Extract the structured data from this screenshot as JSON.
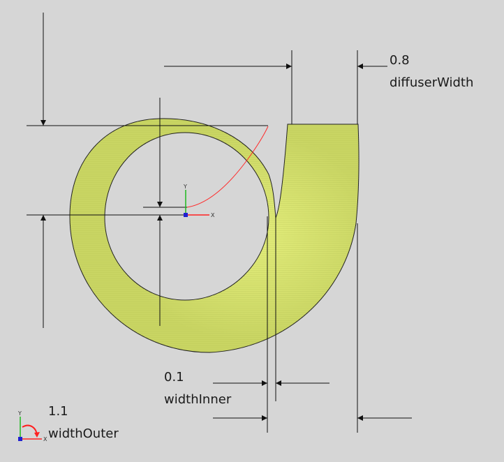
{
  "dimensions": {
    "diffuser_width": {
      "value": "0.8",
      "name": "diffuserWidth"
    },
    "width_inner": {
      "value": "0.1",
      "name": "widthInner"
    },
    "width_outer": {
      "value": "1.1",
      "name": "widthOuter"
    }
  },
  "axes": {
    "x_label": "X",
    "y_label": "Y"
  },
  "colors": {
    "background": "#d6d6d6",
    "volute_fill": "#c9d563",
    "volute_highlight": "#e0ea7a",
    "outline": "#1f1f1f",
    "dimension_line": "#101010",
    "sketch_curve": "#ff2a2a",
    "axis_x": "#ff2020",
    "axis_y": "#1fb81f",
    "axis_origin": "#2020d0"
  }
}
